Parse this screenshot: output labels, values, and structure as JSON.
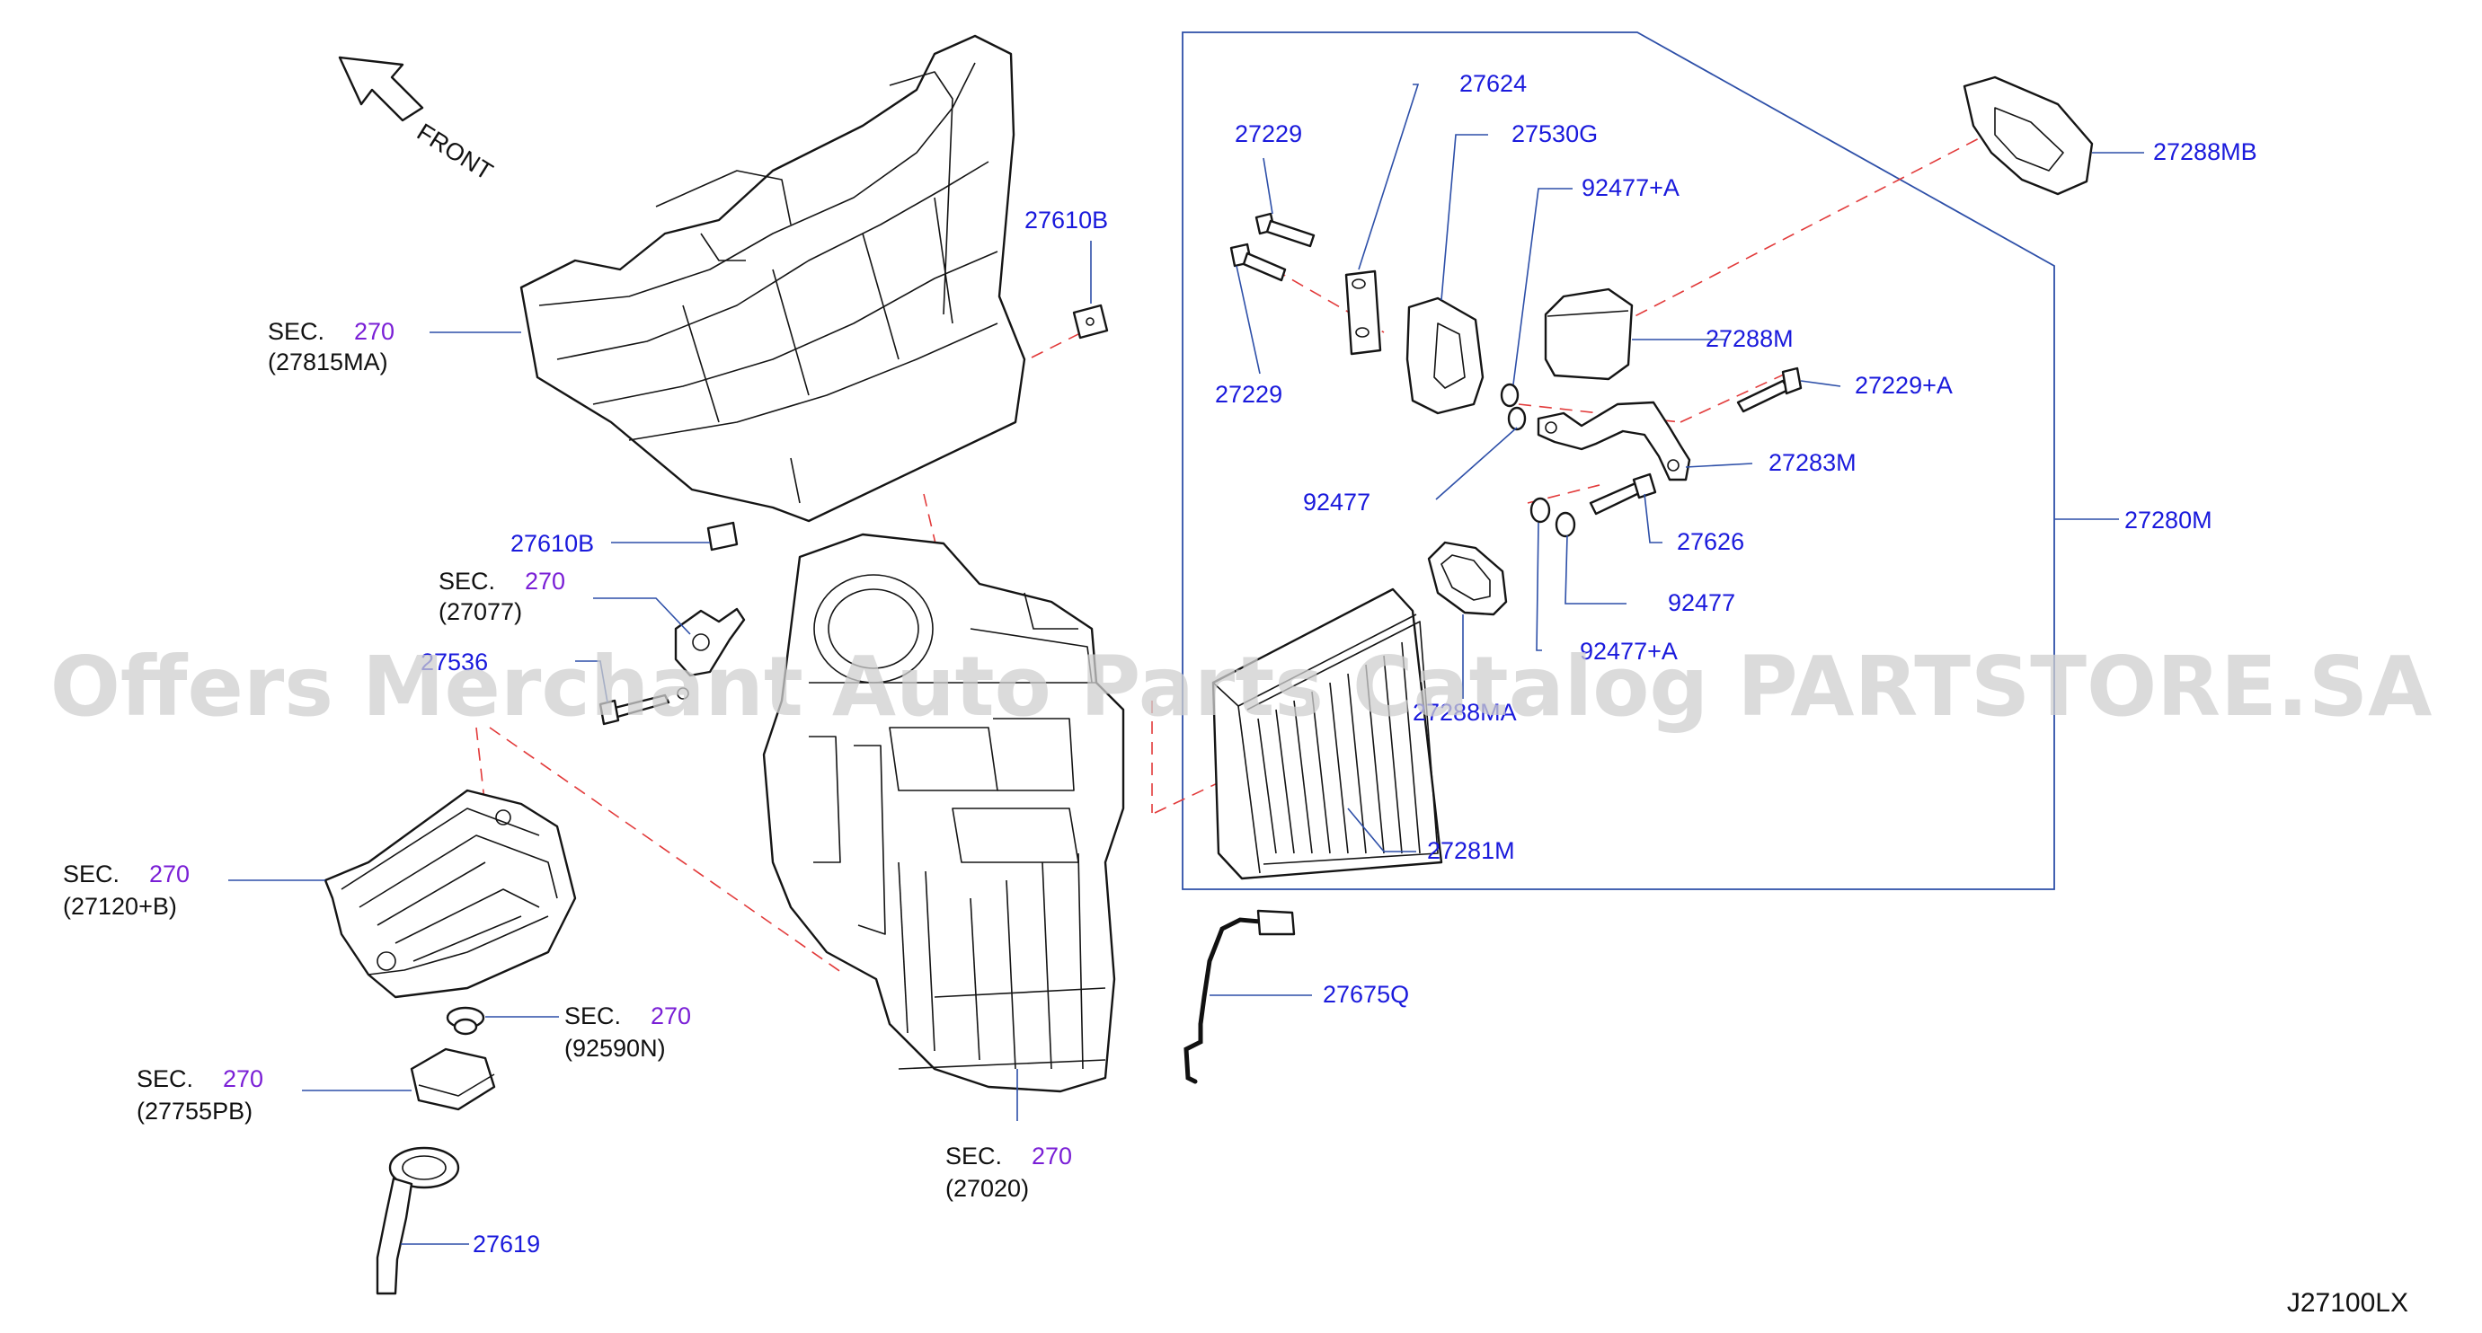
{
  "diagram_code": "J27100LX",
  "direction_label": "FRONT",
  "watermark": "Offers Merchant Auto Parts Catalog PARTSTORE.SA",
  "sec_prefix": "SEC.",
  "colors": {
    "part_label": "#1a1adc",
    "sec_number": "#7a1fd6",
    "leader": "#2d4fa8",
    "dashed_line": "#e23a3a"
  },
  "parts": {
    "p27610b_top": "27610B",
    "p27610b_mid": "27610B",
    "p27536": "27536",
    "p27624": "27624",
    "p27229_a": "27229",
    "p27530g": "27530G",
    "p92477a_1": "92477+A",
    "p27229_b": "27229",
    "p27288mb": "27288MB",
    "p27288m": "27288M",
    "p27229a": "27229+A",
    "p27283m": "27283M",
    "p92477_1": "92477",
    "p27626": "27626",
    "p27280m": "27280M",
    "p92477_2": "92477",
    "p92477a_2": "92477+A",
    "p27288ma": "27288MA",
    "p27281m": "27281M",
    "p27675q": "27675Q",
    "p27619": "27619"
  },
  "sections": {
    "s1": {
      "number": "270",
      "code": "(27815MA)"
    },
    "s2": {
      "number": "270",
      "code": "(27077)"
    },
    "s3": {
      "number": "270",
      "code": "(27120+B)"
    },
    "s4": {
      "number": "270",
      "code": "(92590N)"
    },
    "s5": {
      "number": "270",
      "code": "(27755PB)"
    },
    "s6": {
      "number": "270",
      "code": "(27020)"
    }
  }
}
